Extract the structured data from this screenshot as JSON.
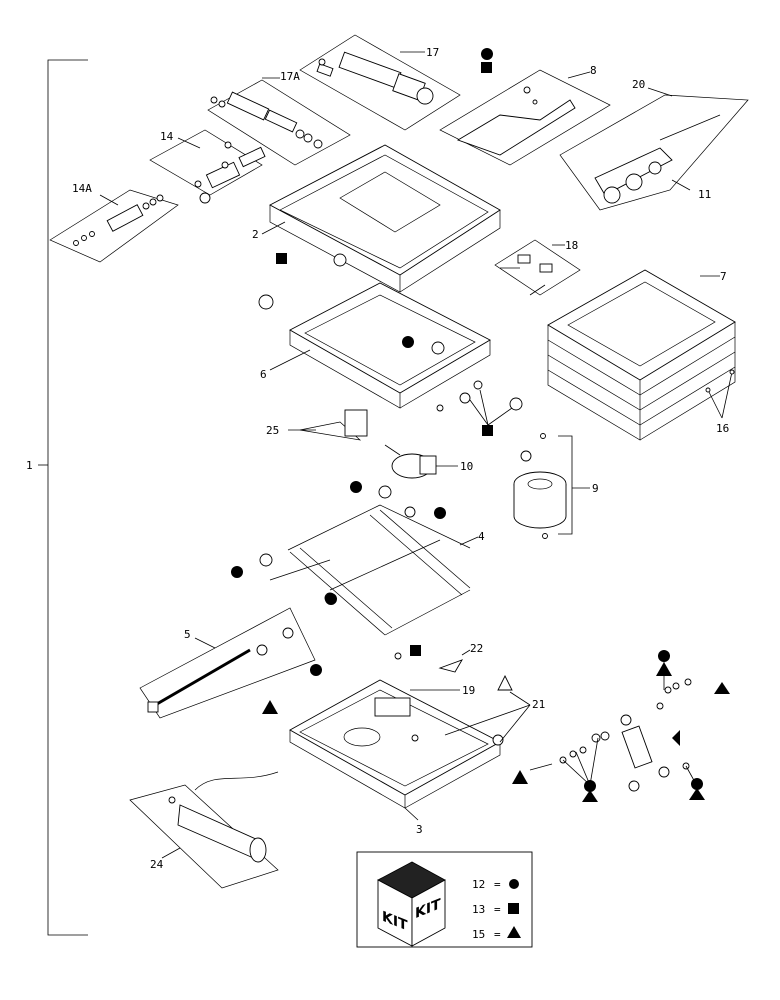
{
  "callouts": {
    "c1": "1",
    "c2": "2",
    "c3": "3",
    "c4": "4",
    "c5": "5",
    "c6": "6",
    "c7": "7",
    "c8": "8",
    "c9": "9",
    "c10": "10",
    "c11": "11",
    "c14": "14",
    "c14a": "14A",
    "c16": "16",
    "c17": "17",
    "c17a": "17A",
    "c18": "18",
    "c19": "19",
    "c20": "20",
    "c21": "21",
    "c22": "22",
    "c24": "24",
    "c25": "25"
  },
  "kit_legend": {
    "kit_word_1": "KIT",
    "kit_word_2": "KIT",
    "entries": [
      {
        "number": "12",
        "symbol": "circle"
      },
      {
        "number": "13",
        "symbol": "square"
      },
      {
        "number": "15",
        "symbol": "triangle"
      }
    ]
  },
  "colors": {
    "ink": "#000000",
    "paper": "#ffffff"
  }
}
